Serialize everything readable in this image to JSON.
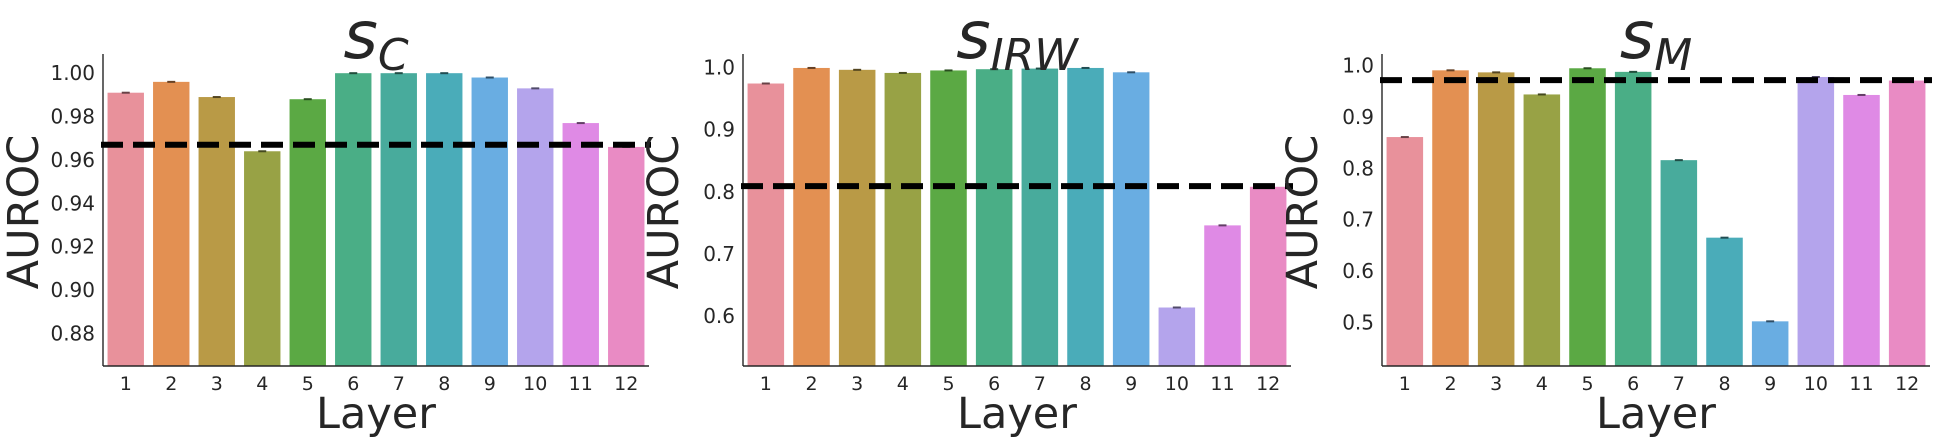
{
  "chart_data": [
    {
      "type": "bar",
      "title": "s",
      "title_subscript": "C",
      "xlabel": "Layer",
      "ylabel": "AUROC",
      "categories": [
        "1",
        "2",
        "3",
        "4",
        "5",
        "6",
        "7",
        "8",
        "9",
        "10",
        "11",
        "12"
      ],
      "values": [
        0.991,
        0.996,
        0.989,
        0.964,
        0.988,
        1.0,
        1.0,
        1.0,
        0.998,
        0.993,
        0.977,
        0.966
      ],
      "yticks": [
        "0.88",
        "0.90",
        "0.92",
        "0.94",
        "0.96",
        "0.98",
        "1.00"
      ],
      "ylim": [
        0.865,
        1.007
      ],
      "baseline": 0.967,
      "grid": false
    },
    {
      "type": "bar",
      "title": "s",
      "title_subscript": "IRW",
      "xlabel": "Layer",
      "ylabel": "AUROC",
      "categories": [
        "1",
        "2",
        "3",
        "4",
        "5",
        "6",
        "7",
        "8",
        "9",
        "10",
        "11",
        "12"
      ],
      "values": [
        0.974,
        0.999,
        0.996,
        0.991,
        0.995,
        0.997,
        0.998,
        0.999,
        0.992,
        0.614,
        0.746,
        0.808
      ],
      "yticks": [
        "0.6",
        "0.7",
        "0.8",
        "0.9",
        "1.0"
      ],
      "ylim": [
        0.52,
        1.015
      ],
      "baseline": 0.809,
      "grid": false
    },
    {
      "type": "bar",
      "title": "s",
      "title_subscript": "M",
      "xlabel": "Layer",
      "ylabel": "AUROC",
      "categories": [
        "1",
        "2",
        "3",
        "4",
        "5",
        "6",
        "7",
        "8",
        "9",
        "10",
        "11",
        "12"
      ],
      "values": [
        0.861,
        0.991,
        0.987,
        0.944,
        0.995,
        0.988,
        0.816,
        0.665,
        0.502,
        0.978,
        0.943,
        0.971
      ],
      "yticks": [
        "0.5",
        "0.6",
        "0.7",
        "0.8",
        "0.9",
        "1.0"
      ],
      "ylim": [
        0.415,
        1.015
      ],
      "baseline": 0.972,
      "grid": false
    }
  ],
  "palette": [
    "#e8919b",
    "#e39052",
    "#b99a46",
    "#98a245",
    "#5ba944",
    "#4aae86",
    "#48ab9c",
    "#4aacb9",
    "#69ade2",
    "#b4a4ec",
    "#df8ae5",
    "#e98bc4"
  ]
}
